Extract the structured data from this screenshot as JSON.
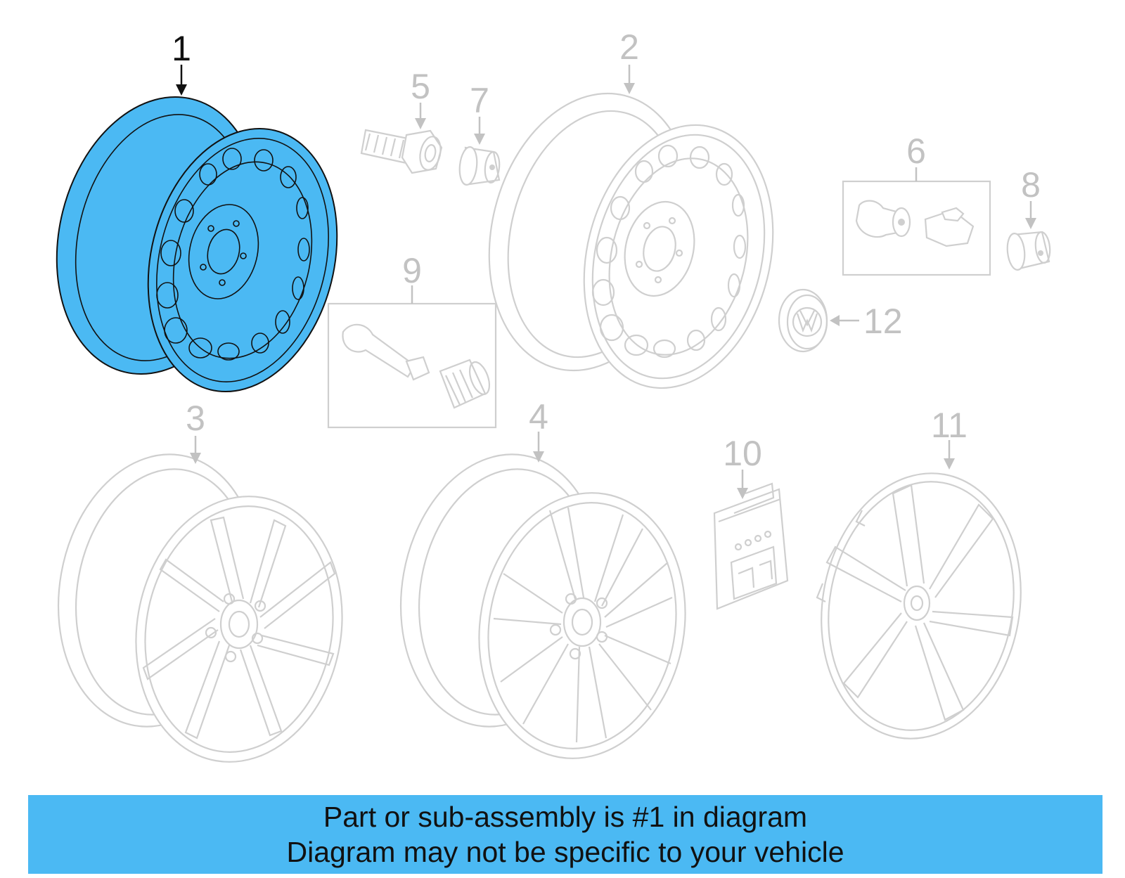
{
  "callouts": {
    "c1": "1",
    "c2": "2",
    "c3": "3",
    "c4": "4",
    "c5": "5",
    "c6": "6",
    "c7": "7",
    "c8": "8",
    "c9": "9",
    "c10": "10",
    "c11": "11",
    "c12": "12"
  },
  "highlighted_part": "1",
  "colors": {
    "highlight": "#4bb9f3",
    "ghost": "#cfcfcf",
    "banner": "#4bb9f3"
  },
  "icons": [
    "steel-wheel",
    "alloy-wheel",
    "wheel-bolt",
    "lug-nut",
    "bolt-cap",
    "locking-bolt-set",
    "valve-stem",
    "center-cap",
    "wheel-cover",
    "decal-sheet"
  ],
  "banner": {
    "line1": "Part or sub-assembly is #1 in diagram",
    "line2": "Diagram may not be specific to your vehicle"
  }
}
